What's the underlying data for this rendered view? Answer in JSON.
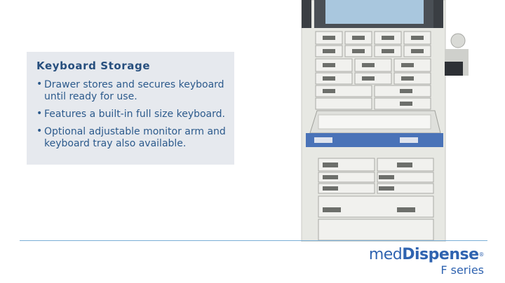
{
  "panel": {
    "title": "Keyboard Storage",
    "bullets": [
      "Drawer stores and secures keyboard until ready for use.",
      "Features a built-in full size keyboard.",
      "Optional adjustable monitor arm and keyboard tray also available."
    ]
  },
  "logo": {
    "brand_light": "med",
    "brand_bold": "Dispense",
    "reg": "®",
    "series": "F series"
  },
  "colors": {
    "accent": "#2f63b0",
    "text": "#2c5a8c",
    "panel": "#e6e9ee",
    "drawer_blue": "#4a73b8"
  }
}
